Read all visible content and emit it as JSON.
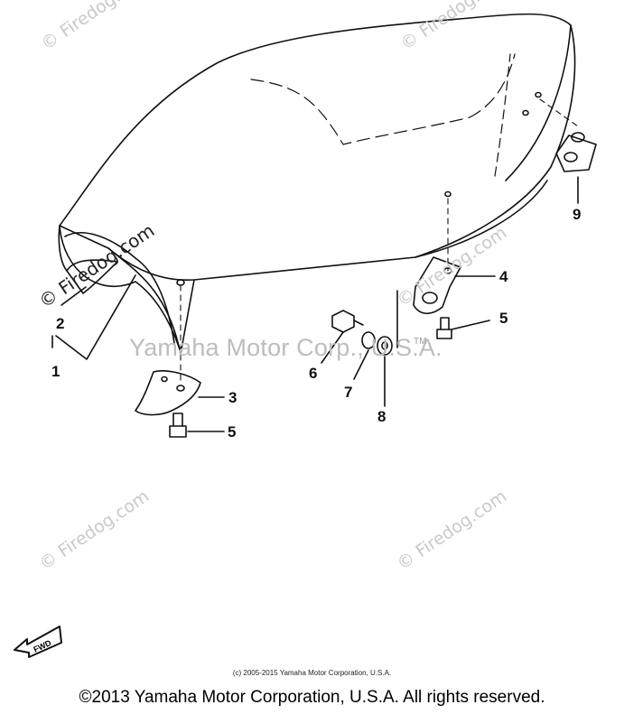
{
  "watermark": {
    "text": "© Firedog.com"
  },
  "center_watermark": {
    "text": "Yamaha Motor Corp., U.S.A.",
    "tm": "TM"
  },
  "callouts": [
    "1",
    "2",
    "3",
    "4",
    "5",
    "5",
    "6",
    "7",
    "8",
    "9"
  ],
  "fwd_label": "FWD",
  "copyright_small": "(c) 2005-2015 Yamaha Motor Corporation, U.S.A.",
  "copyright_main": "©2013 Yamaha Motor Corporation, U.S.A. All rights reserved."
}
